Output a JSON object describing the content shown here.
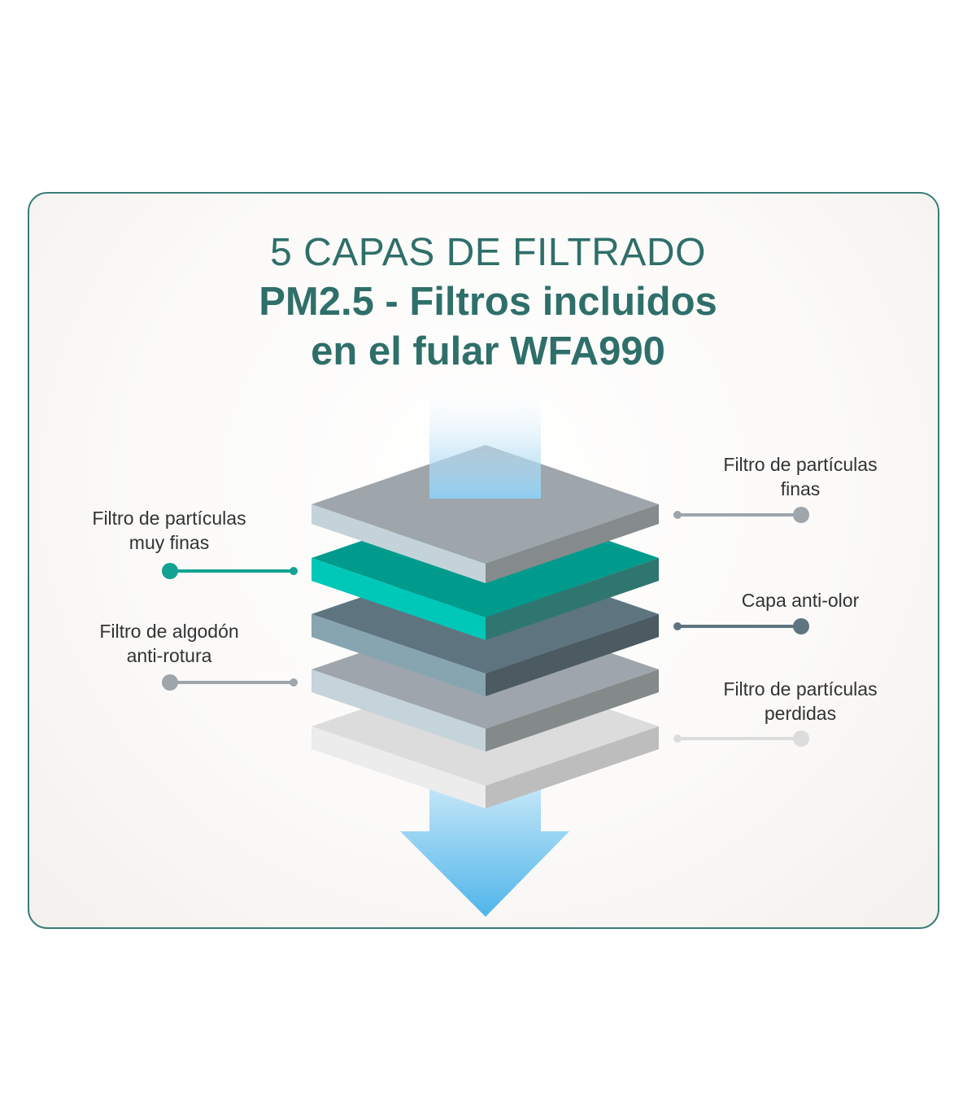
{
  "title": {
    "line1": "5 CAPAS DE FILTRADO",
    "line2": "PM2.5 - Filtros incluidos",
    "line3": "en el fular WFA990"
  },
  "colors": {
    "frame": "#3a7d78",
    "title": "#2f6f6a",
    "layer_grey": "#9ea5ab",
    "layer_teal": "#009b8c",
    "layer_dark": "#5e7580",
    "layer_light": "#d6d7d8",
    "arrow_blue": "#5bbbec"
  },
  "layers": [
    {
      "label_line1": "Filtro de partículas",
      "label_line2": "finas",
      "side": "right",
      "connector_color": "#9ea5ab"
    },
    {
      "label_line1": "Filtro de partículas",
      "label_line2": "muy finas",
      "side": "left",
      "connector_color": "#12a291"
    },
    {
      "label_line1": "Capa anti-olor",
      "label_line2": "",
      "side": "right",
      "connector_color": "#5e7580"
    },
    {
      "label_line1": "Filtro de algodón",
      "label_line2": "anti-rotura",
      "side": "left",
      "connector_color": "#9ea5ab"
    },
    {
      "label_line1": "Filtro de partículas",
      "label_line2": "perdidas",
      "side": "right",
      "connector_color": "#dcdcdc"
    }
  ]
}
